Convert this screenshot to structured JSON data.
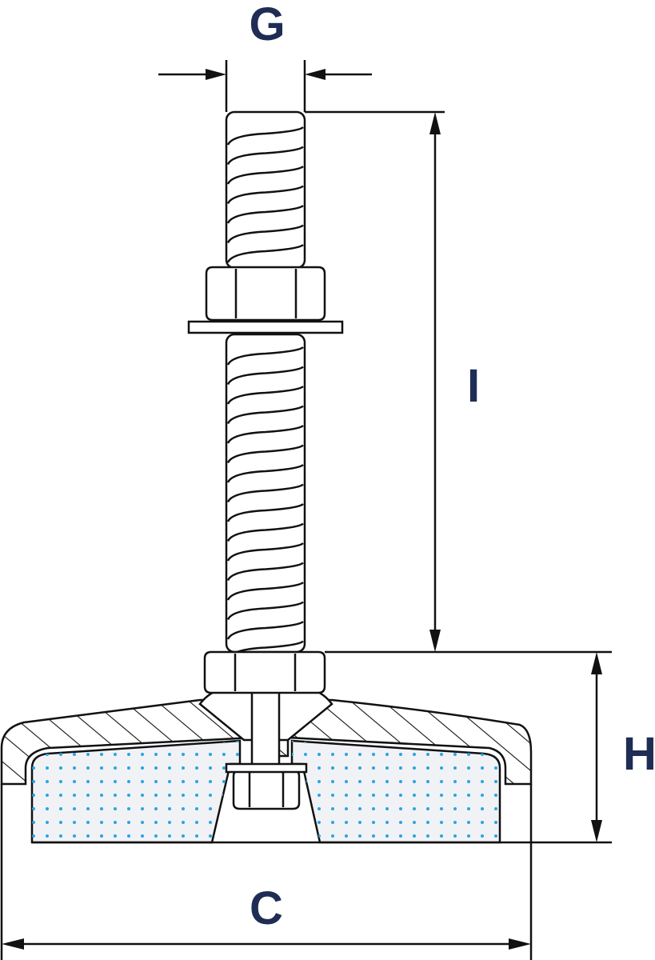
{
  "labels": {
    "thread_diameter": "G",
    "stud_length": "I",
    "height": "H",
    "base_diameter": "C"
  },
  "colors": {
    "line": "#111111",
    "label": "#1f2d55",
    "pad_fill": "#f1f2f6",
    "pad_dots": "#2aa5de",
    "background": "#ffffff"
  }
}
